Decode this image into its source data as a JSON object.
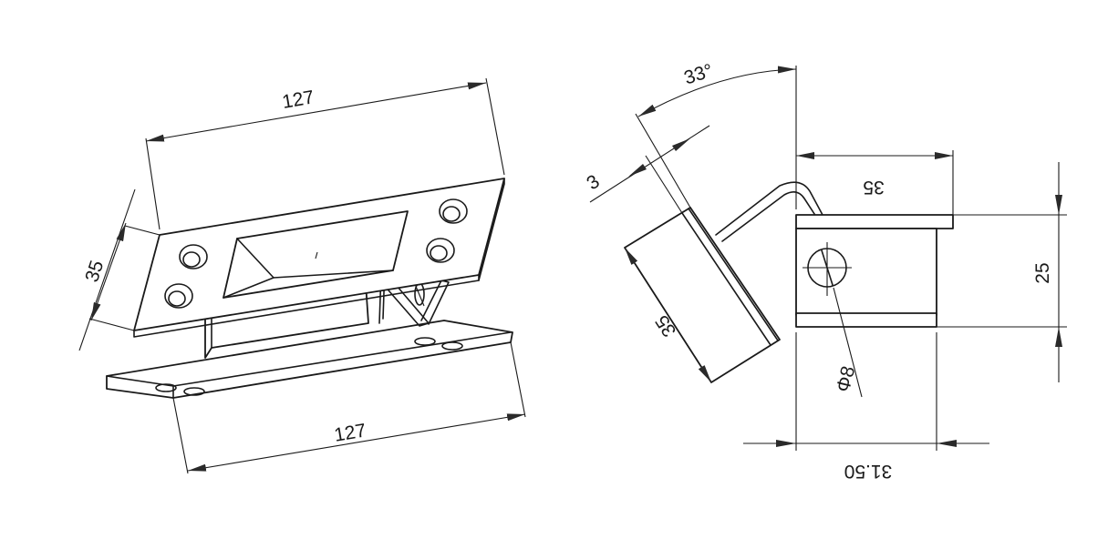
{
  "left_view": {
    "dimensions": {
      "top_length": "127",
      "width": "35",
      "bottom_length": "127"
    }
  },
  "right_view": {
    "dimensions": {
      "angle": "33°",
      "thickness": "3",
      "leaf_width_top": "35",
      "leaf_width_side": "35",
      "height": "25",
      "pin_diameter": "Φ8",
      "offset": "31.50"
    }
  }
}
